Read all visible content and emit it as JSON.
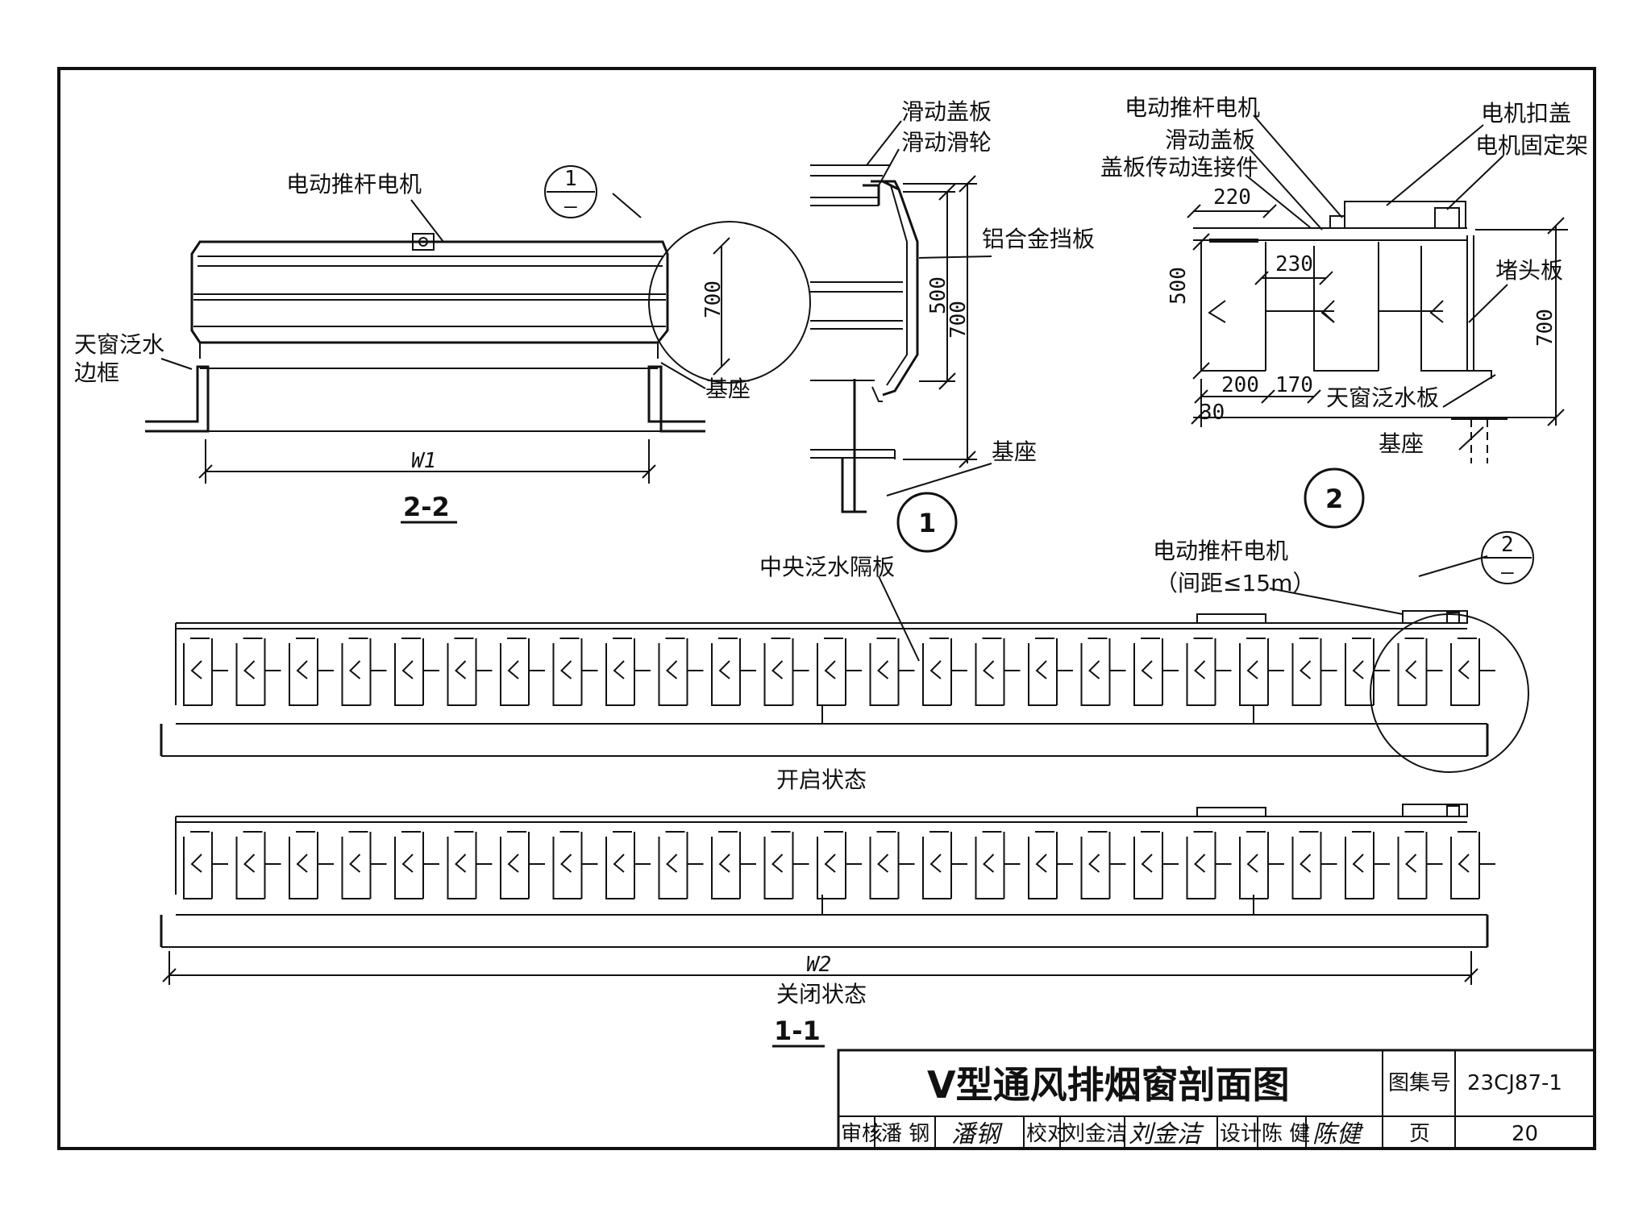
{
  "sheet_title": "V型通风排烟窗剖面图",
  "title_block": {
    "atlas_label": "图集号",
    "atlas_no": "23CJ87-1",
    "page_label": "页",
    "page_no": "20",
    "review_label": "审核",
    "reviewer": "潘 钢",
    "reviewer_sig": "潘钢",
    "check_label": "校对",
    "checker": "刘金洁",
    "checker_sig": "刘金洁",
    "design_label": "设计",
    "designer": "陈 健",
    "designer_sig": "陈健"
  },
  "section_22": {
    "title": "2-2",
    "motor": "电动推杆电机",
    "flashing_1": "天窗泛水",
    "flashing_2": "边框",
    "base": "基座",
    "width": "W1",
    "h700": "700",
    "callout_top": "1",
    "callout_bottom": "–"
  },
  "detail_1": {
    "marker": "1",
    "slide_cover": "滑动盖板",
    "slide_pulley": "滑动滑轮",
    "baffle": "铝合金挡板",
    "base": "基座",
    "d500": "500",
    "d700": "700"
  },
  "detail_2": {
    "marker": "2",
    "motor": "电动推杆电机",
    "slide_cover": "滑动盖板",
    "linkage": "盖板传动连接件",
    "motor_cap": "电机扣盖",
    "motor_bracket": "电机固定架",
    "end_plate": "堵头板",
    "flashing_plate": "天窗泛水板",
    "base": "基座",
    "d220": "220",
    "d230": "230",
    "d500": "500",
    "d700": "700",
    "d200": "200",
    "d170": "170",
    "d30": "30"
  },
  "section_11": {
    "title": "1-1",
    "central_flashing": "中央泛水隔板",
    "motor": "电动推杆电机",
    "spacing": "（间距≤15m）",
    "open_state": "开启状态",
    "closed_state": "关闭状态",
    "width": "W2",
    "callout_top": "2",
    "callout_bottom": "–"
  }
}
